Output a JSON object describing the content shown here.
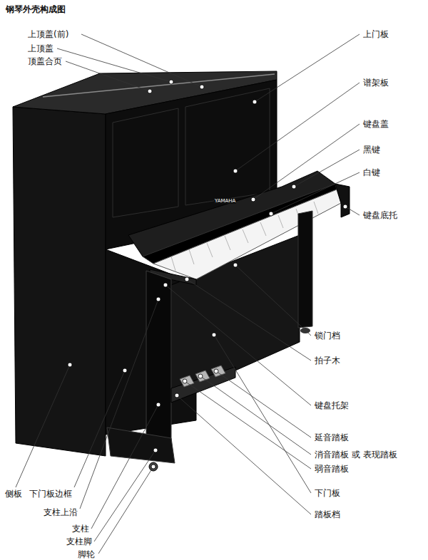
{
  "diagram": {
    "title": "钢琴外壳构成图",
    "labels": [
      "上顶盖(前)",
      "上顶盖",
      "顶盖合页",
      "上门板",
      "谱架板",
      "键盘盖",
      "黑键",
      "白键",
      "键盘底托",
      "锁门档",
      "拍子木",
      "键盘托架",
      "延音踏板",
      "消音踏板 或 表现踏板",
      "弱音踏板",
      "下门板",
      "踏板档",
      "侧板",
      "下门板边框",
      "支柱上沿",
      "支柱",
      "支柱脚",
      "脚轮",
      "YAMAHA"
    ]
  }
}
